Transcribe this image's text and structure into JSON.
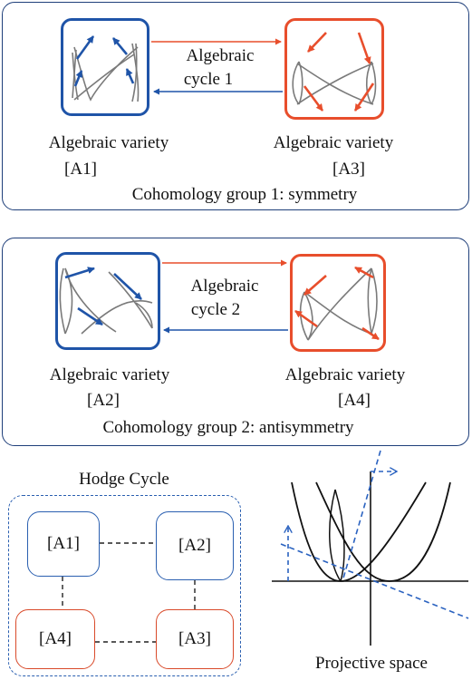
{
  "panel1": {
    "left_caption": "Algebraic variety",
    "left_tag": "[A1]",
    "right_caption": "Algebraic variety",
    "right_tag": "[A3]",
    "arrow_label_line1": "Algebraic",
    "arrow_label_line2": "cycle 1",
    "group_label": "Cohomology group 1: symmetry"
  },
  "panel2": {
    "left_caption": "Algebraic variety",
    "left_tag": "[A2]",
    "right_caption": "Algebraic variety",
    "right_tag": "[A4]",
    "arrow_label_line1": "Algebraic",
    "arrow_label_line2": "cycle 2",
    "group_label": "Cohomology group 2: antisymmetry"
  },
  "hodge": {
    "title": "Hodge Cycle",
    "nodes": [
      "[A1]",
      "[A2]",
      "[A4]",
      "[A3]"
    ]
  },
  "projective": {
    "label": "Projective space"
  },
  "colors": {
    "blue": "#1f54a8",
    "red": "#e84e2c",
    "frame": "#1f3f7a"
  }
}
